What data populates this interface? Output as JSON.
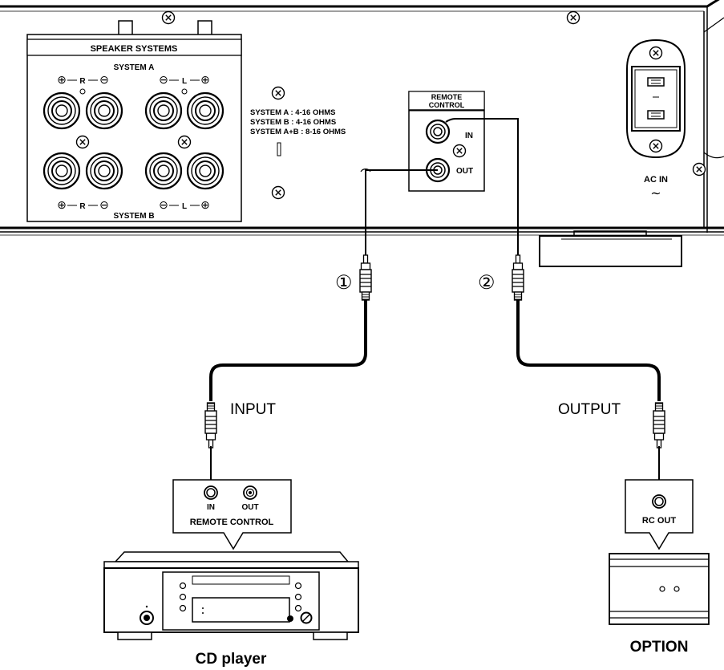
{
  "amp_panel": {
    "speaker_systems_title": "SPEAKER SYSTEMS",
    "system_a": "SYSTEM A",
    "system_b": "SYSTEM B",
    "plus": "⊕",
    "minus": "⊖",
    "r": "R",
    "l": "L",
    "impedance_lines": [
      "SYSTEM A    : 4-16 OHMS",
      "SYSTEM B    : 4-16 OHMS",
      "SYSTEM A+B : 8-16 OHMS"
    ],
    "remote_control_line1": "REMOTE",
    "remote_control_line2": "CONTROL",
    "in_label": "IN",
    "out_label": "OUT",
    "ac_in_label": "AC IN",
    "ac_symbol": "∼"
  },
  "cables": {
    "marker_1": "①",
    "marker_2": "②",
    "input_label": "INPUT",
    "output_label": "OUTPUT"
  },
  "cd_player": {
    "callout_in": "IN",
    "callout_out": "OUT",
    "callout_title": "REMOTE CONTROL",
    "caption": "CD player"
  },
  "option_device": {
    "callout_label": "RC OUT",
    "caption": "OPTION"
  }
}
